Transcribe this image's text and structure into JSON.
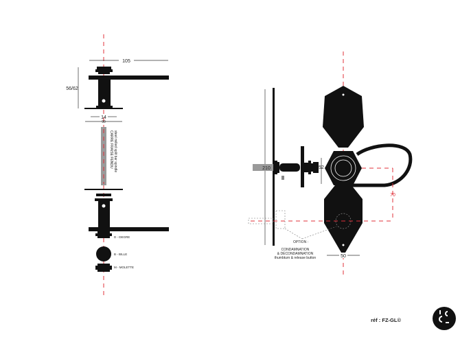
{
  "left_view": {
    "dim_width": "105",
    "dim_height": "56/62",
    "dim_square": "14",
    "dim_rose": "90",
    "spindle_label_fr": "CARRE FRAISE FENDU",
    "spindle_label_en": "steel milled split bar spindle",
    "finial_d": "D - DEGRE",
    "finial_b": "B - BILLE",
    "finial_m": "M - MOLETTE"
  },
  "right_view": {
    "dim_spindle": "210",
    "dim_rose": "52",
    "dim_centers": "70",
    "dim_plate_width": "50",
    "option_label": "OPTION :",
    "option_fr_1": "CONDAMNATION",
    "option_fr_2": "& DÉCONDAMNATION",
    "option_en": "thumbturn & release button"
  },
  "footer": {
    "reference": "réf : FZ-GL©",
    "logo_text": "FZ"
  },
  "colors": {
    "ink": "#111111",
    "axis": "#e0303a",
    "spindle": "#9a9a9a"
  }
}
